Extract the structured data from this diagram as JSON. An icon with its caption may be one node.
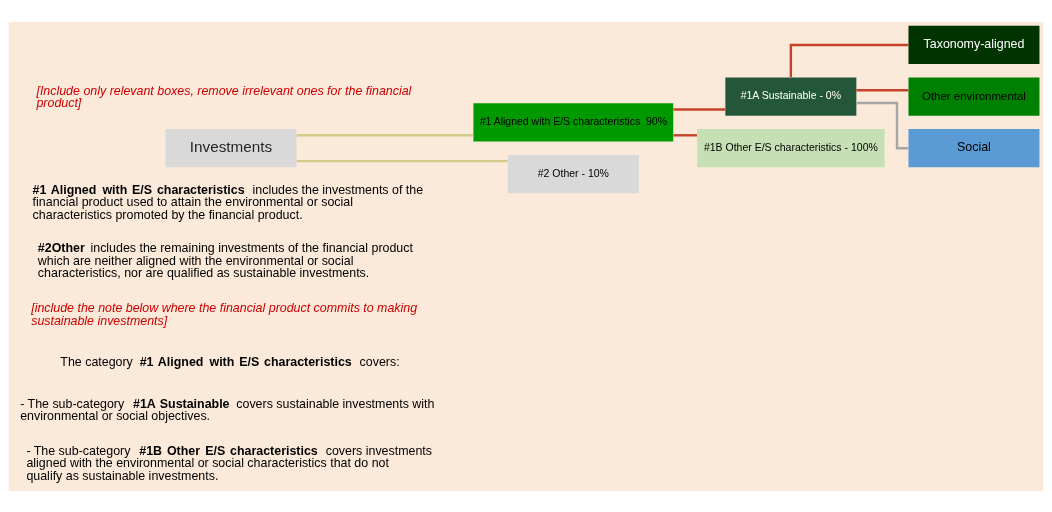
{
  "diagram": {
    "nodes": [
      {
        "text": [
          "Investments"
        ]
      },
      {
        "text": [
          "#1 Aligned with E/S characteristics  90%"
        ]
      },
      {
        "text": [
          "#2 Other - 10%"
        ]
      },
      {
        "text": [
          "#1A Sustainable - 0%"
        ]
      },
      {
        "text": [
          "#1B Other E/S characteristics - 100%"
        ]
      },
      {
        "text": [
          "Taxonomy-aligned"
        ]
      },
      {
        "text": [
          "Other environmental"
        ]
      },
      {
        "text": [
          "Social"
        ]
      }
    ],
    "edges": [
      {
        "from": 0,
        "to": 1,
        "arrow": "none",
        "color": "#d3cc8c"
      },
      {
        "from": 0,
        "to": 2,
        "arrow": "none",
        "color": "#d3cc8c"
      },
      {
        "from": 1,
        "to": 3,
        "arrow": "none"
      },
      {
        "from": 1,
        "to": 4,
        "arrow": "none"
      },
      {
        "from": 3,
        "to": 5,
        "arrow": "none"
      },
      {
        "from": 3,
        "to": 6,
        "arrow": "none"
      },
      {
        "from": 3,
        "to": 7,
        "arrow": "none",
        "color": "#a6a6a6"
      }
    ],
    "labels": [
      "[Include only relevant boxes, remove irrelevant ones for the financial product]",
      "**#1 Aligned with E/S characteristics** includes the investments of the financial product used to attain the environmental or social characteristics promoted by the financial product.",
      "**#2Other** includes the remaining investments of the financial product which are neither aligned with the environmental or social characteristics, nor are qualified as sustainable investments.",
      "[include the note below where the financial product commits to making sustainable investments]",
      "The category **#1 Aligned with E/S characteristics** covers:",
      "- The sub-category **#1A Sustainable** covers sustainable investments with environmental or social objectives.",
      "- The sub-category **#1B Other E/S characteristics** covers investments aligned with the environmental or social characteristics that do not qualify as sustainable investments."
    ]
  }
}
